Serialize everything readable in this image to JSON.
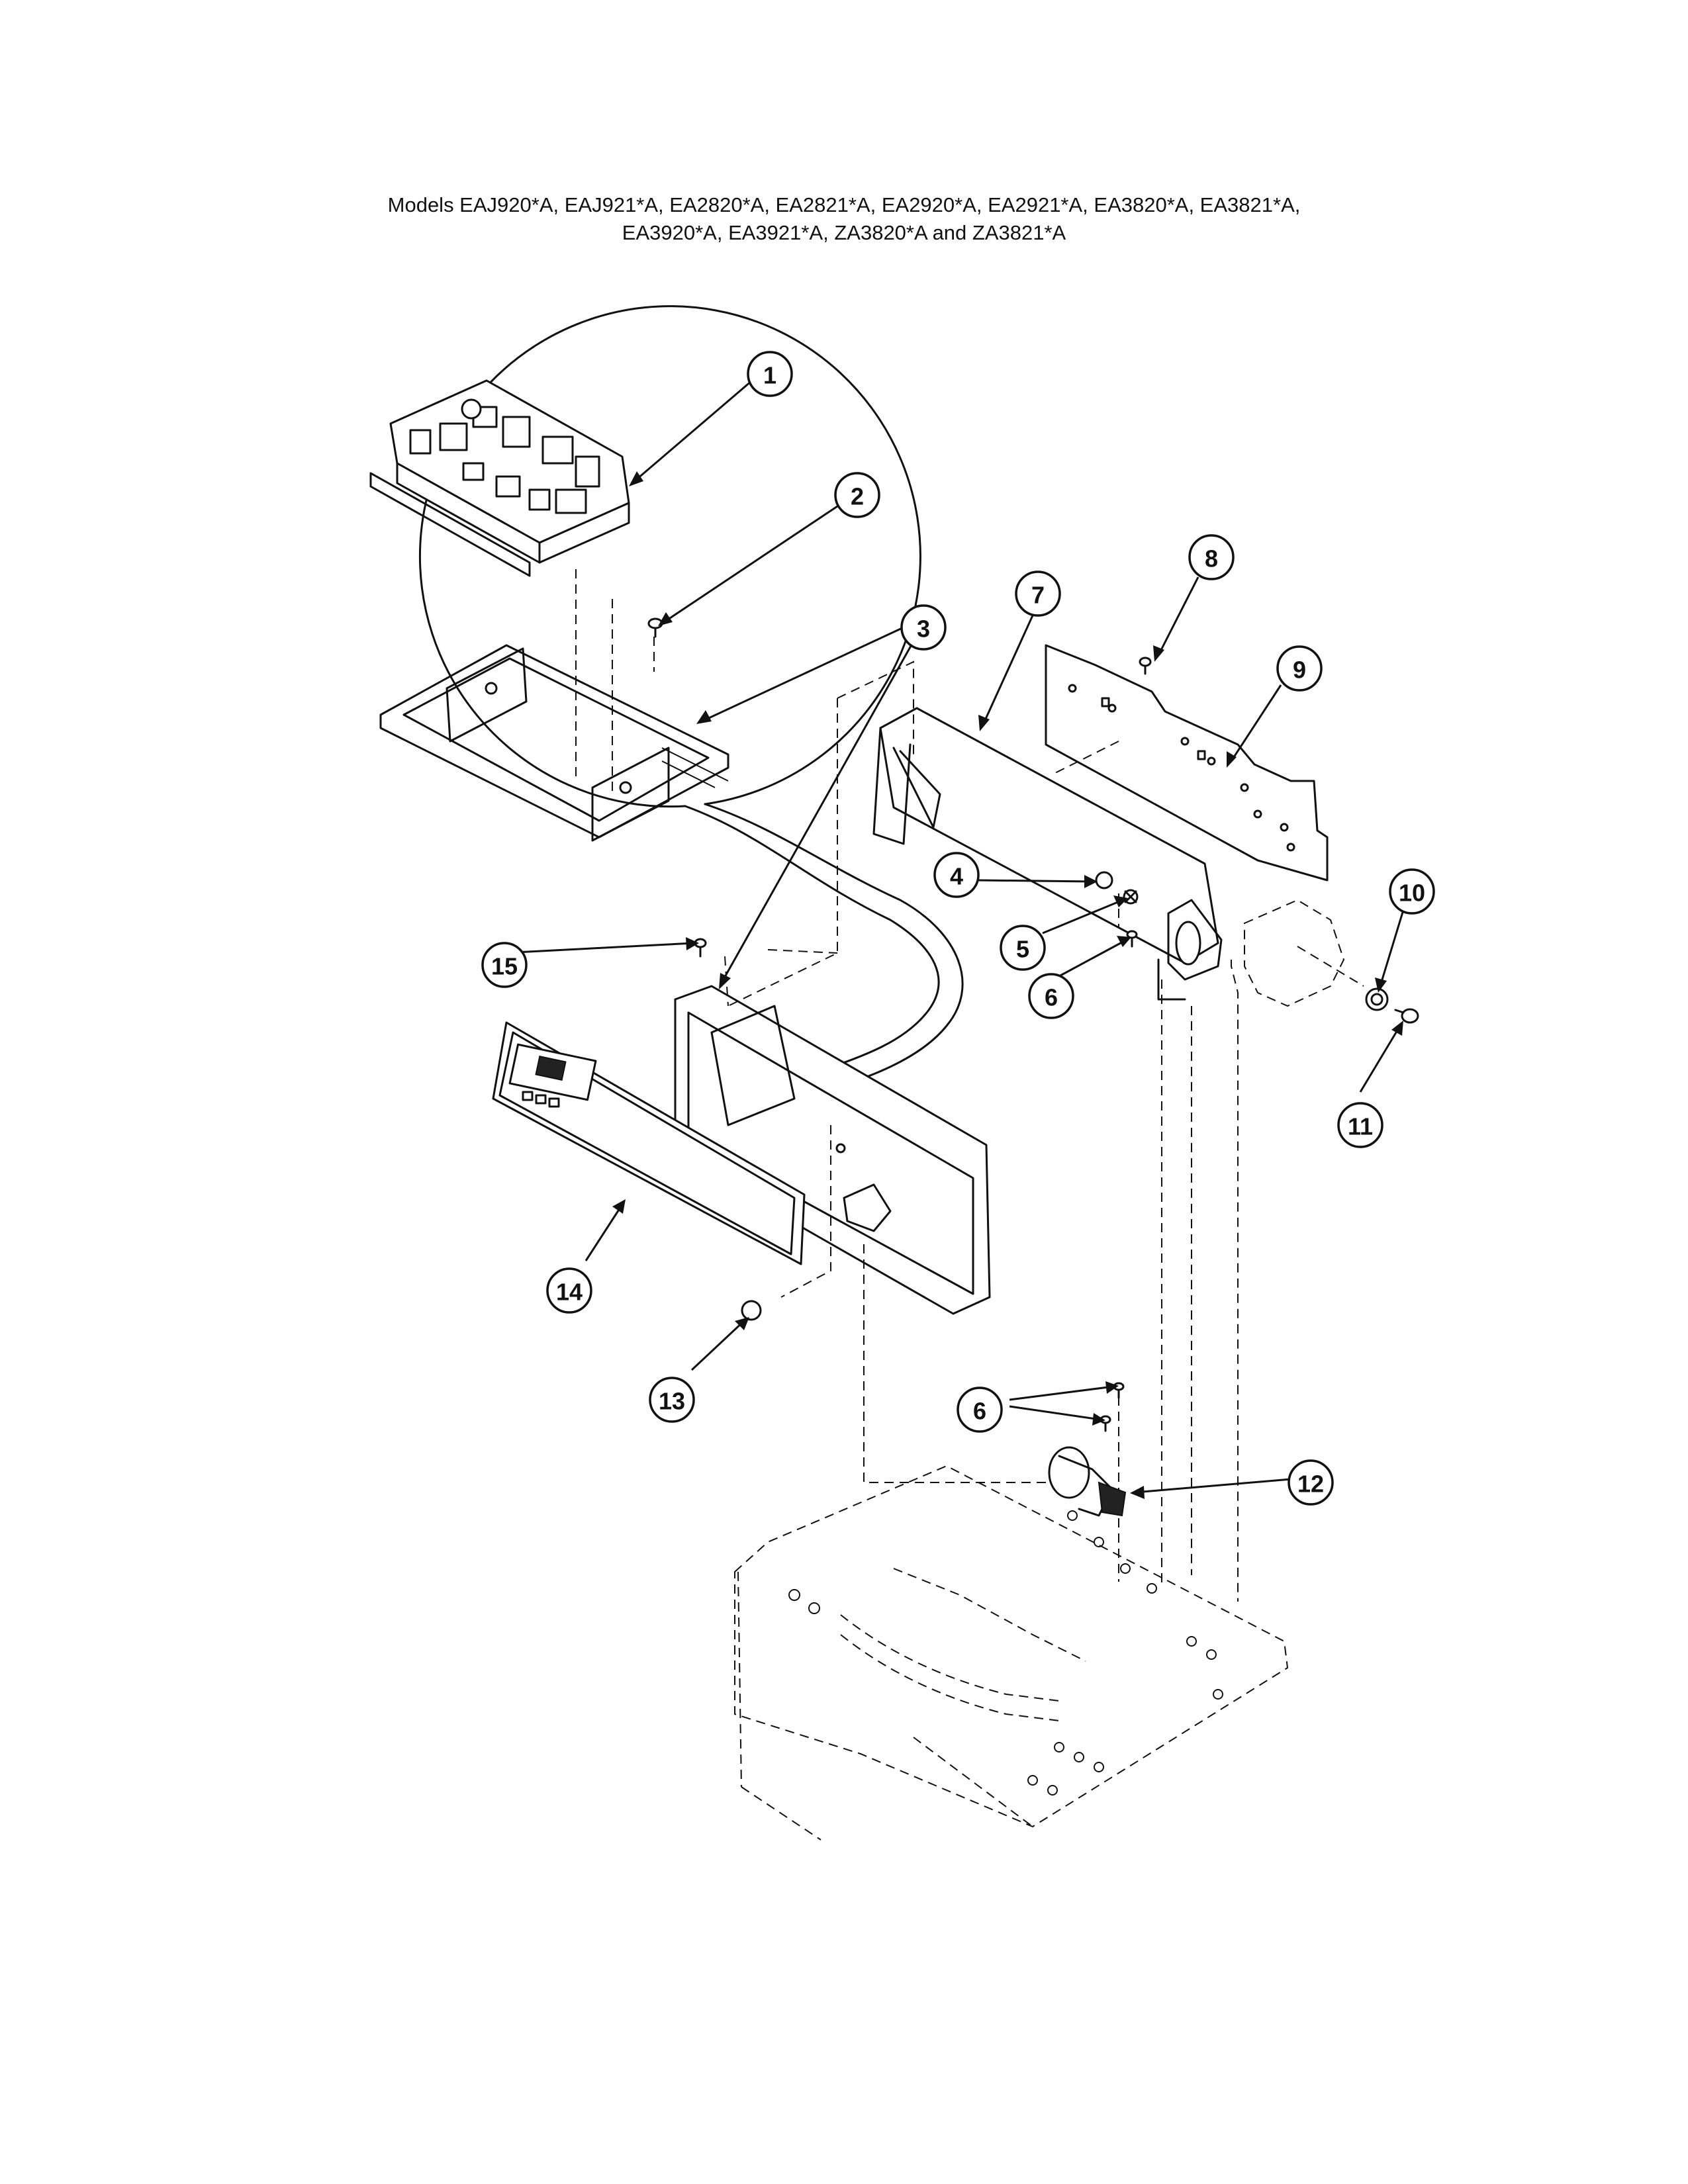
{
  "header": {
    "line1": "Models EAJ920*A, EAJ921*A, EA2820*A, EA2821*A, EA2920*A, EA2921*A, EA3820*A, EA3821*A,",
    "line2": "EA3920*A, EA3921*A, ZA3820*A and ZA3821*A"
  },
  "callouts": {
    "c1": "1",
    "c2": "2",
    "c3": "3",
    "c4": "4",
    "c5": "5",
    "c6a": "6",
    "c6b": "6",
    "c7": "7",
    "c8": "8",
    "c9": "9",
    "c10": "10",
    "c11": "11",
    "c12": "12",
    "c13": "13",
    "c14": "14",
    "c15": "15"
  },
  "icons": {
    "control-board": "control-board-icon",
    "screw": "screw-icon",
    "bracket": "bracket-icon",
    "console-frame": "console-frame-icon",
    "backguard-panel": "backguard-panel-icon",
    "console-panel": "console-panel-icon",
    "pressure-switch": "pressure-switch-icon",
    "cabinet-top": "cabinet-top-icon"
  }
}
